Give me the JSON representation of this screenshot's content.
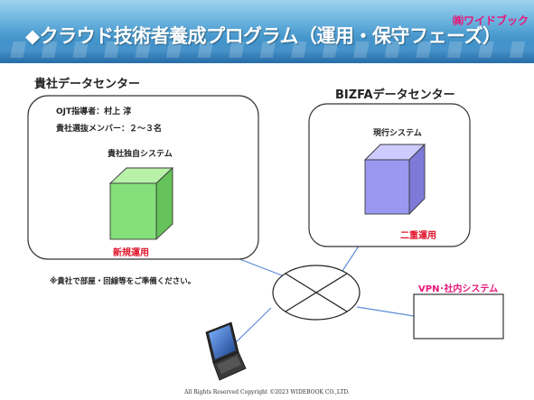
{
  "header": {
    "title": "◆クラウド技術者養成プログラム（運用・保守フェーズ）",
    "brand": "㈱ワイドブック"
  },
  "client_center": {
    "title": "貴社データセンター",
    "instructor": "OJT指導者：村上 淳",
    "members": "貴社選抜メンバー：２～３名",
    "system_name": "貴社独自システム",
    "operation": "新規運用",
    "note": "※貴社で部屋・回線等をご準備ください。",
    "cube_color": "#84e07a"
  },
  "bizfa_center": {
    "title": "BIZFAデータセンター",
    "system_name": "現行システム",
    "operation": "二重運用",
    "cube_color": "#9a98f0"
  },
  "vpn": {
    "label": "VPN･社内システム"
  },
  "footer": {
    "copyright": "All Rights Reserved Copyright ©2023 WIDEBOOK CO.,LTD."
  },
  "colors": {
    "accent_red": "#e0142a",
    "accent_pink": "#e6187a",
    "line_blue": "#5b8ed6"
  }
}
